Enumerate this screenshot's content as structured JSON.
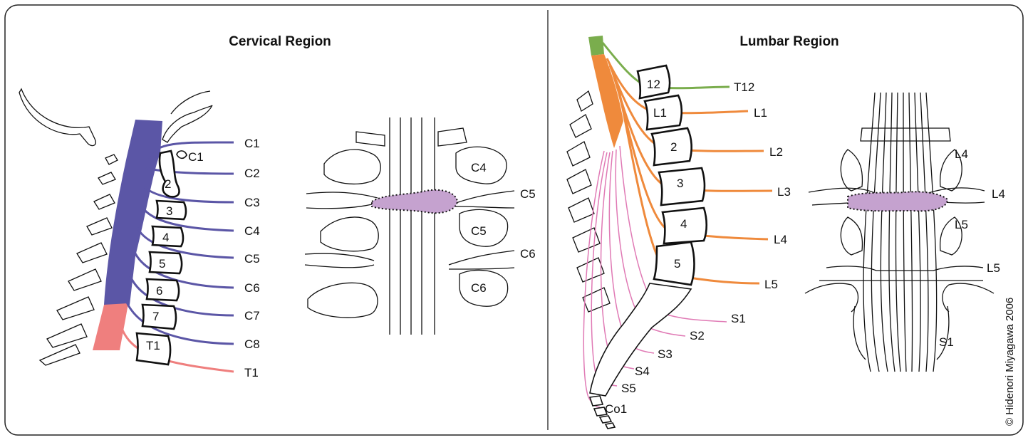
{
  "colors": {
    "cervical_nerve": "#5b56a6",
    "thoracic_nerve": "#ef7f7e",
    "lumbar_nerve": "#ef8a3c",
    "thoracic12_nerve": "#7aad4d",
    "sacral_nerve": "#e07ab5",
    "stenosis_highlight": "#c5a2cf"
  },
  "cervical": {
    "title": "Cervical Region",
    "nerve_labels": [
      "C1",
      "C2",
      "C3",
      "C4",
      "C5",
      "C6",
      "C7",
      "C8",
      "T1"
    ],
    "vertebra_labels": [
      "C1",
      "2",
      "3",
      "4",
      "5",
      "6",
      "7",
      "T1"
    ],
    "posterior_vertebra_labels": [
      "C4",
      "C5",
      "C6"
    ],
    "posterior_root_labels": [
      "C5",
      "C6"
    ]
  },
  "lumbar": {
    "title": "Lumbar Region",
    "nerve_labels": [
      "T12",
      "L1",
      "L2",
      "L3",
      "L4",
      "L5",
      "S1",
      "S2",
      "S3",
      "S4",
      "S5",
      "Co1"
    ],
    "vertebra_labels": [
      "12",
      "L1",
      "2",
      "3",
      "4",
      "5"
    ],
    "posterior_vertebra_labels": [
      "L4",
      "L5",
      "S1"
    ],
    "posterior_root_labels": [
      "L4",
      "L5"
    ]
  },
  "copyright": "© Hidenori Miyagawa 2006"
}
